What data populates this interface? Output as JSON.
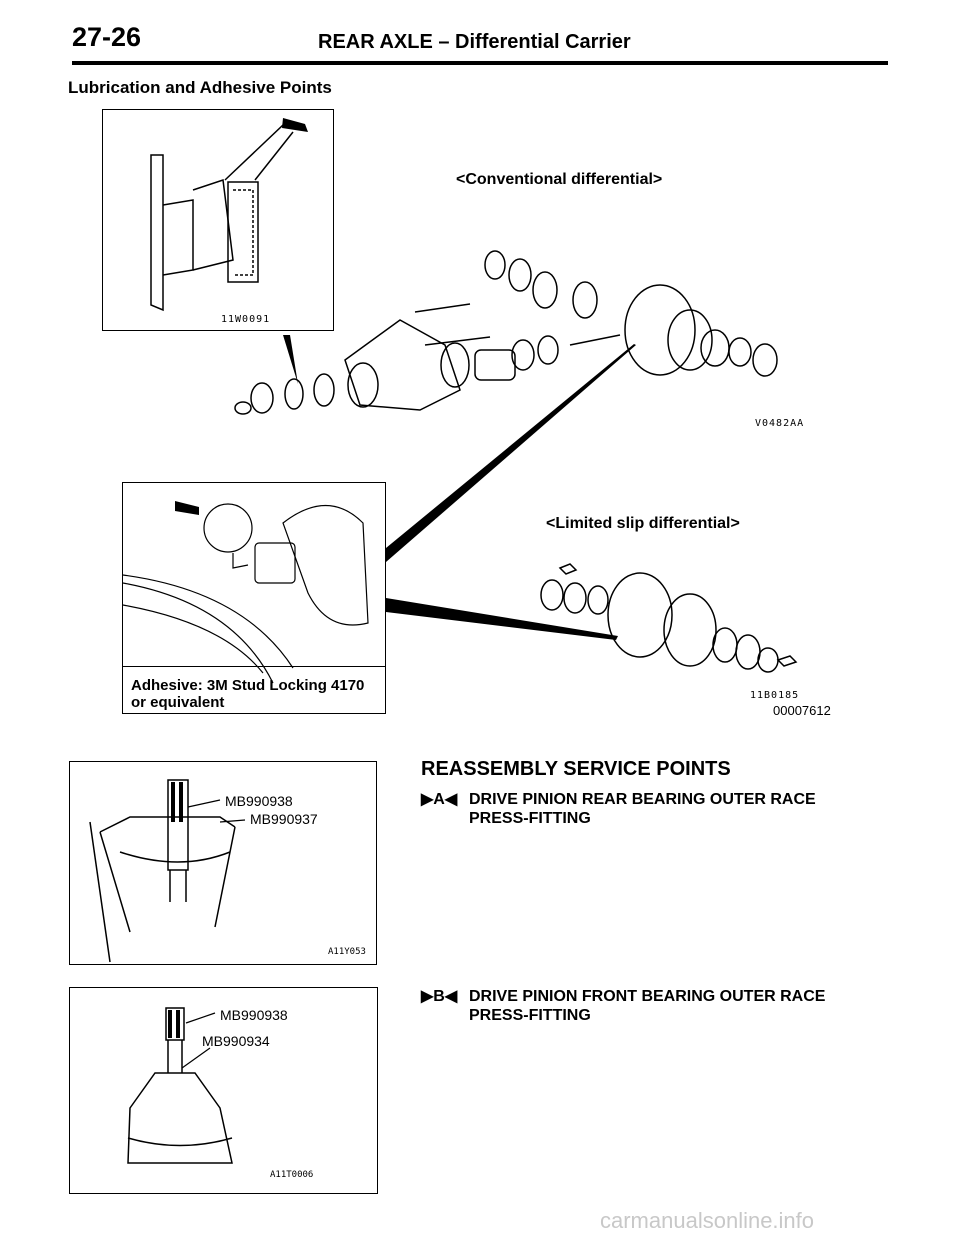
{
  "header": {
    "page_number": "27-26",
    "running_title": "REAR AXLE – Differential Carrier"
  },
  "section_title": "Lubrication and Adhesive Points",
  "figures": {
    "seal_inset_code": "11W0091",
    "conventional_caption": "<Conventional differential>",
    "conventional_code": "V0482AA",
    "limited_slip_caption": "<Limited slip differential>",
    "limited_slip_code": "11B0185",
    "figure_number": "00007612",
    "adhesive_note_line1": "Adhesive: 3M Stud Locking 4170",
    "adhesive_note_line2": "or equivalent"
  },
  "reassembly": {
    "heading": "REASSEMBLY SERVICE POINTS",
    "items": [
      {
        "marker": "▶A◀",
        "text_line1": "DRIVE PINION REAR BEARING OUTER RACE",
        "text_line2": "PRESS-FITTING",
        "tool_1": "MB990938",
        "tool_2": "MB990937",
        "figure_code": "A11Y053"
      },
      {
        "marker": "▶B◀",
        "text_line1": "DRIVE PINION FRONT BEARING OUTER RACE",
        "text_line2": "PRESS-FITTING",
        "tool_1": "MB990938",
        "tool_2": "MB990934",
        "figure_code": "A11T0006"
      }
    ]
  },
  "watermark": "carmanualsonline.info"
}
